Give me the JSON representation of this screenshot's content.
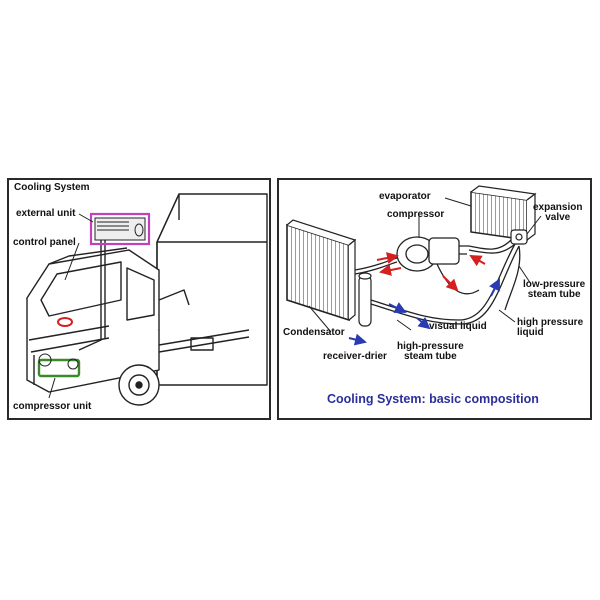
{
  "left_panel": {
    "title": "Cooling System",
    "labels": {
      "external_unit": "external unit",
      "control_panel": "control panel",
      "compressor_unit": "compressor unit"
    }
  },
  "right_panel": {
    "caption": "Cooling System: basic composition",
    "labels": {
      "evaporator": "evaporator",
      "compressor": "compressor",
      "expansion_valve": "expansion\nvalve",
      "low_pressure_steam_tube": "low-pressure\nsteam tube",
      "condensator": "Condensator",
      "visual_liquid": "visual liquid",
      "high_pressure_liquid": "high pressure\nliquid",
      "high_pressure_steam_tube": "high-pressure\nsteam tube",
      "receiver_drier": "receiver-drier"
    }
  },
  "colors": {
    "external_unit_highlight": "#c23fc0",
    "compressor_highlight": "#3a8a2a",
    "control_panel_mark": "#d42020",
    "arrow_red": "#d42020",
    "arrow_blue": "#2a3ab0",
    "caption": "#2b2f9a"
  }
}
